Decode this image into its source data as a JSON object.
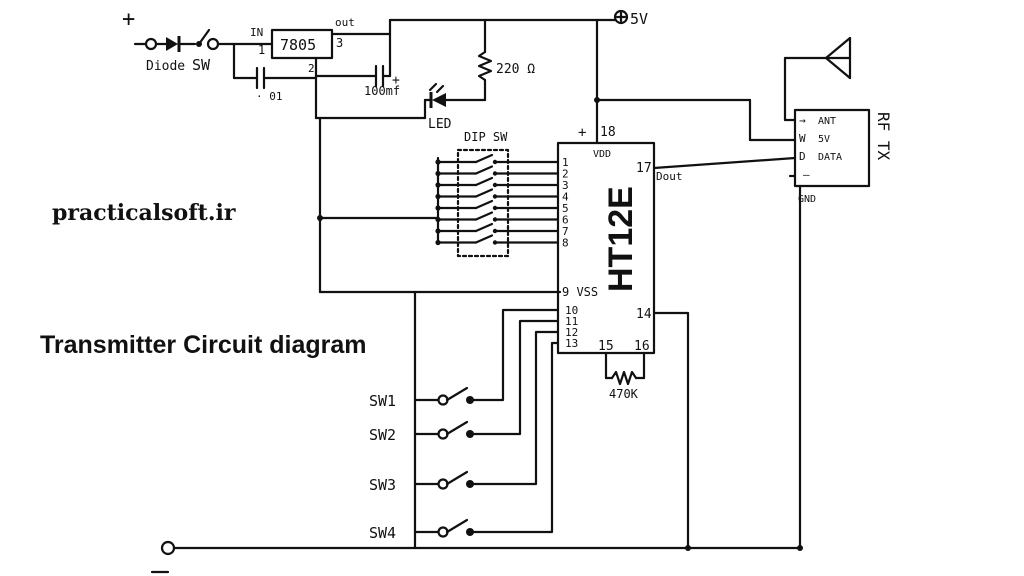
{
  "brand": "practicalsoft.ir",
  "title": "Transmitter Circuit diagram",
  "supply": {
    "plus": "+",
    "minus": "–",
    "diode": "Diode",
    "sw": "SW",
    "vout": "5V"
  },
  "regulator": {
    "name": "7805",
    "in": "IN",
    "out": "out",
    "pin1": "1",
    "pin2": "2",
    "pin3": "3",
    "cap1": "· 01",
    "cap2": "100mf"
  },
  "led": {
    "label": "LED",
    "resistor": "220 Ω"
  },
  "dip": {
    "label": "DIP SW"
  },
  "chip": {
    "name": "HT12E",
    "vdd": "VDD",
    "plus": "+",
    "pin18": "18",
    "pin17": "17",
    "dout": "Dout",
    "addr_pins": [
      "1",
      "2",
      "3",
      "4",
      "5",
      "6",
      "7",
      "8"
    ],
    "pin9": "9 VSS",
    "data_pins": [
      "10",
      "11",
      "12",
      "13"
    ],
    "pin14": "14",
    "pin15": "15",
    "pin16": "16",
    "resistor": "470K"
  },
  "rf": {
    "label": "RF TX",
    "ant": "ANT",
    "v5": "5V",
    "data": "DATA",
    "gnd": "GND",
    "pin_ant": "→",
    "pin_5v": "W",
    "pin_data": "D",
    "pin_gnd": "–"
  },
  "switches": [
    "SW1",
    "SW2",
    "SW3",
    "SW4"
  ]
}
